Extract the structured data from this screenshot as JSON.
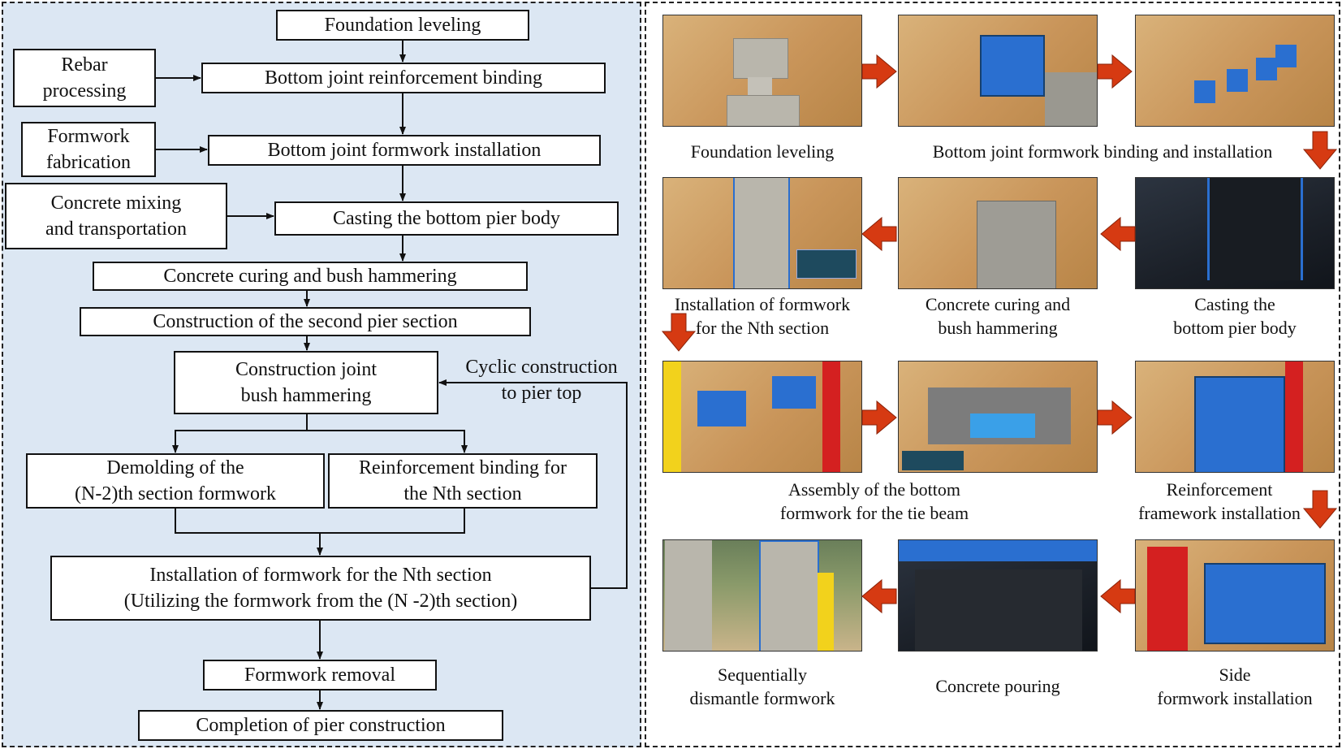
{
  "left_flow": {
    "foundation_leveling": "Foundation leveling",
    "rebar_processing": "Rebar\nprocessing",
    "bottom_reinforcement": "Bottom joint reinforcement binding",
    "formwork_fabrication": "Formwork\nfabrication",
    "bottom_formwork": "Bottom joint formwork installation",
    "concrete_mixing": "Concrete mixing\nand transportation",
    "casting_bottom": "Casting the bottom pier body",
    "curing": "Concrete curing and bush hammering",
    "second_section": "Construction of the second pier section",
    "joint_hammering": "Construction joint\nbush hammering",
    "cyclic_note": "Cyclic construction\nto pier top",
    "demolding": "Demolding of the\n(N-2)th section formwork",
    "reinforcement_nth": "Reinforcement binding for\nthe Nth section",
    "install_nth": "Installation of formwork for the Nth section\n(Utilizing the formwork from the (N -2)th section)",
    "formwork_removal": "Formwork removal",
    "completion": "Completion of pier construction"
  },
  "right_flow": {
    "captions": {
      "foundation_leveling": "Foundation leveling",
      "bottom_binding_install": "Bottom joint formwork binding and installation",
      "installation_nth": "Installation of formwork\nfor the Nth section",
      "curing": "Concrete curing and\nbush hammering",
      "casting_bottom": "Casting the\nbottom pier body",
      "tie_beam": "Assembly of the bottom\nformwork for the tie beam",
      "reinforcement_framework": "Reinforcement\nframework installation",
      "dismantle": "Sequentially\ndismantle formwork",
      "pouring": "Concrete pouring",
      "side_formwork": "Side\nformwork installation"
    }
  },
  "colors": {
    "left_background": "#dce7f3",
    "arrow_red": "#d63a12",
    "formwork_blue": "#2a6fd0",
    "crane_red": "#d42020",
    "crane_yellow": "#f2d21c"
  }
}
